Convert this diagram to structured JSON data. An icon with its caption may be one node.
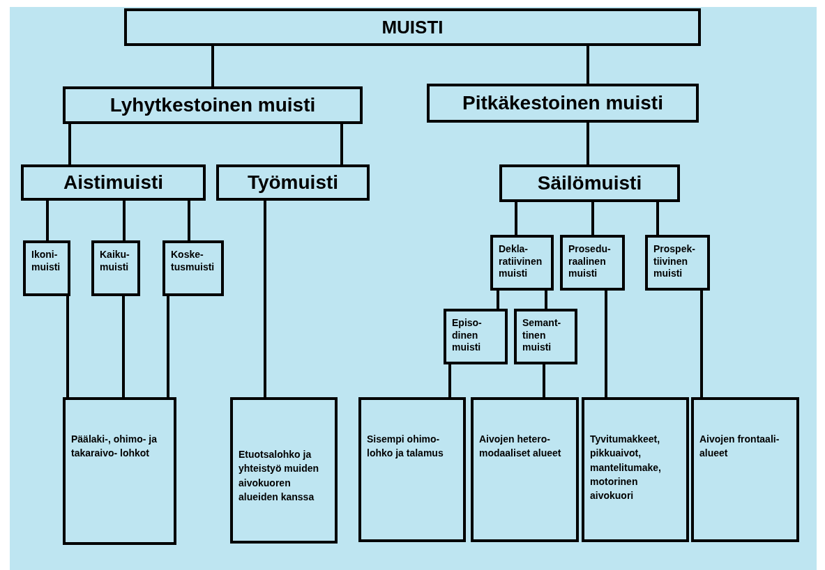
{
  "diagram": {
    "nodes": [
      {
        "text": [
          "MUISTI"
        ]
      },
      {
        "text": [
          "Lyhytkestoinen muisti"
        ]
      },
      {
        "text": [
          "Pitkäkestoinen muisti"
        ]
      },
      {
        "text": [
          "Aistimuisti"
        ]
      },
      {
        "text": [
          "Työmuisti"
        ]
      },
      {
        "text": [
          "Säilömuisti"
        ]
      },
      {
        "text": [
          "Ikoni- muisti"
        ]
      },
      {
        "text": [
          "Kaiku- muisti"
        ]
      },
      {
        "text": [
          "Koske- tusmuisti"
        ]
      },
      {
        "text": [
          "Dekla- ratiivinen muisti"
        ]
      },
      {
        "text": [
          "Prosedu- raalinen muisti"
        ]
      },
      {
        "text": [
          "Prospek- tiivinen muisti"
        ]
      },
      {
        "text": [
          "Episo- dinen muisti"
        ]
      },
      {
        "text": [
          "Semant- tinen muisti"
        ]
      },
      {
        "text": [
          "Päälaki-, ohimo- ja takaraivo- lohkot"
        ]
      },
      {
        "text": [
          "Etuotsalohko ja yhteistyö muiden aivokuoren alueiden kanssa"
        ]
      },
      {
        "text": [
          "Sisempi ohimo- lohko ja talamus"
        ]
      },
      {
        "text": [
          "Aivojen hetero- modaaliset alueet"
        ]
      },
      {
        "text": [
          "Tyvitumakkeet, pikkuaivot, mantelitumake, motorinen aivokuori"
        ]
      },
      {
        "text": [
          "Aivojen frontaali- alueet"
        ]
      }
    ],
    "edges": [
      {
        "from": 0,
        "to": 1,
        "arrow": "none"
      },
      {
        "from": 0,
        "to": 2,
        "arrow": "none"
      },
      {
        "from": 1,
        "to": 3,
        "arrow": "none"
      },
      {
        "from": 1,
        "to": 4,
        "arrow": "none"
      },
      {
        "from": 2,
        "to": 5,
        "arrow": "none"
      },
      {
        "from": 3,
        "to": 6,
        "arrow": "none"
      },
      {
        "from": 3,
        "to": 7,
        "arrow": "none"
      },
      {
        "from": 3,
        "to": 8,
        "arrow": "none"
      },
      {
        "from": 5,
        "to": 9,
        "arrow": "none"
      },
      {
        "from": 5,
        "to": 10,
        "arrow": "none"
      },
      {
        "from": 5,
        "to": 11,
        "arrow": "none"
      },
      {
        "from": 9,
        "to": 12,
        "arrow": "none"
      },
      {
        "from": 9,
        "to": 13,
        "arrow": "none"
      },
      {
        "from": 6,
        "to": 14,
        "arrow": "none"
      },
      {
        "from": 7,
        "to": 14,
        "arrow": "none"
      },
      {
        "from": 8,
        "to": 14,
        "arrow": "none"
      },
      {
        "from": 4,
        "to": 15,
        "arrow": "none"
      },
      {
        "from": 12,
        "to": 16,
        "arrow": "none"
      },
      {
        "from": 13,
        "to": 17,
        "arrow": "none"
      },
      {
        "from": 10,
        "to": 18,
        "arrow": "none"
      },
      {
        "from": 11,
        "to": 19,
        "arrow": "none"
      }
    ]
  }
}
